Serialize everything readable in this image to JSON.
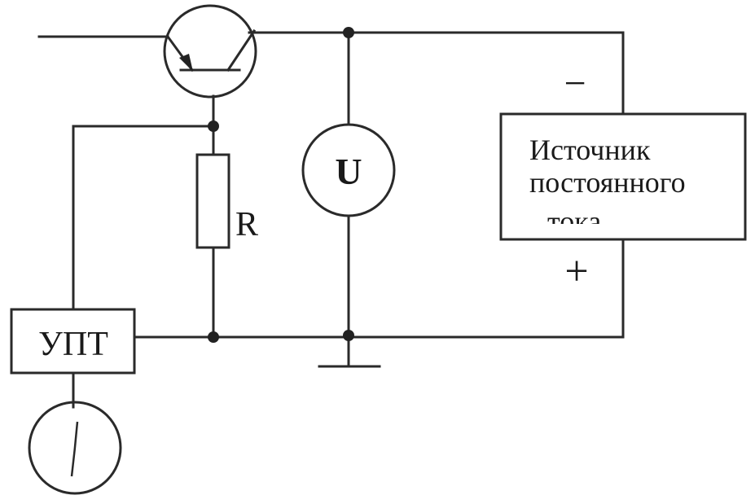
{
  "labels": {
    "resistor": "R",
    "voltmeter": "U",
    "amplifier": "УПТ",
    "source_line1": "Источник",
    "source_line2": "постоянного",
    "source_line3": "тока",
    "minus_terminal": "−",
    "plus_terminal": "+"
  },
  "colors": {
    "line": "#2a2a2a",
    "background": "#ffffff"
  },
  "icons": {
    "transistor": "transistor-icon",
    "ammeter_needle": "meter-needle-icon",
    "ground": "ground-icon"
  }
}
